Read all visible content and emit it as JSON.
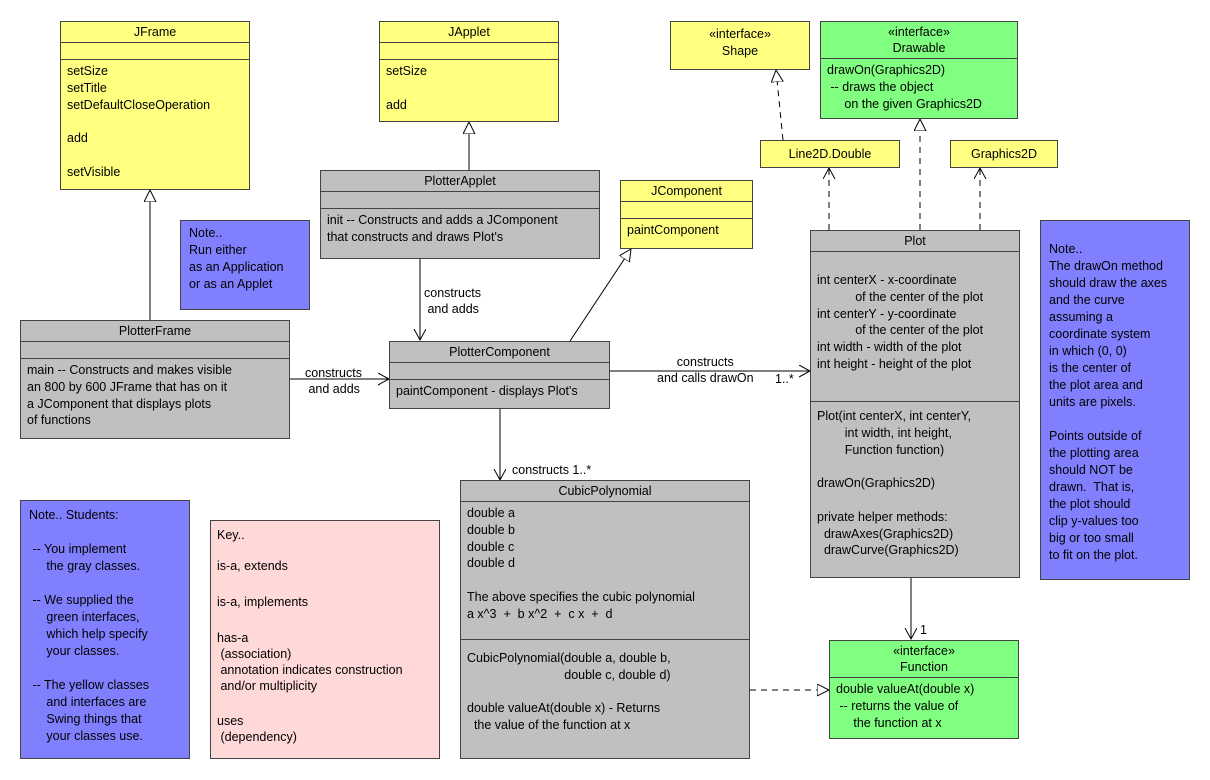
{
  "classes": {
    "jframe": {
      "name": "JFrame",
      "methods": "setSize\nsetTitle\nsetDefaultCloseOperation\n\nadd\n\nsetVisible"
    },
    "japplet": {
      "name": "JApplet",
      "methods": "setSize\n\nadd"
    },
    "shape": {
      "stereotype": "«interface»",
      "name": "Shape"
    },
    "drawable": {
      "stereotype": "«interface»",
      "name": "Drawable",
      "methods": "drawOn(Graphics2D)\n -- draws the object\n     on the given Graphics2D"
    },
    "line2d": {
      "name": "Line2D.Double"
    },
    "graphics2d": {
      "name": "Graphics2D"
    },
    "plotterapplet": {
      "name": "PlotterApplet",
      "methods": "init -- Constructs and adds a JComponent\nthat constructs and draws Plot's"
    },
    "jcomponent": {
      "name": "JComponent",
      "methods": "paintComponent"
    },
    "plot": {
      "name": "Plot",
      "fields": "int centerX - x-coordinate\n           of the center of the plot\nint centerY - y-coordinate\n           of the center of the plot\nint width - width of the plot\nint height - height of the plot",
      "methods": "Plot(int centerX, int centerY,\n        int width, int height,\n        Function function)\n\ndrawOn(Graphics2D)\n\nprivate helper methods:\n  drawAxes(Graphics2D)\n  drawCurve(Graphics2D)"
    },
    "plotterframe": {
      "name": "PlotterFrame",
      "methods": "main -- Constructs and makes visible\nan 800 by 600 JFrame that has on it\na JComponent that displays plots\nof functions"
    },
    "plottercomponent": {
      "name": "PlotterComponent",
      "methods": "paintComponent - displays Plot's"
    },
    "cubicpolynomial": {
      "name": "CubicPolynomial",
      "fields": "double a\ndouble b\ndouble c\ndouble d\n\nThe above specifies the cubic polynomial\na x^3  +  b x^2  +  c x  +  d",
      "methods": "CubicPolynomial(double a, double b,\n                            double c, double d)\n\ndouble valueAt(double x) - Returns\n  the value of the function at x"
    },
    "function": {
      "stereotype": "«interface»",
      "name": "Function",
      "methods": "double valueAt(double x)\n -- returns the value of\n     the function at x"
    }
  },
  "notes": {
    "run_either": "Note..\nRun either\nas an Application\nor as an Applet",
    "drawon": "Note..\nThe drawOn method\nshould draw the axes\nand the curve\nassuming a\ncoordinate system\nin which (0, 0)\nis the center of\nthe plot area and\nunits are pixels.\n\nPoints outside of\nthe plotting area\nshould NOT be\ndrawn.  That is,\nthe plot should\nclip y-values too\nbig or too small\nto fit on the plot.",
    "students": "Note.. Students:\n\n -- You implement\n     the gray classes.\n\n -- We supplied the\n     green interfaces,\n     which help specify\n     your classes.\n\n -- The yellow classes\n     and interfaces are\n     Swing things that\n     your classes use."
  },
  "key": {
    "title": "Key..",
    "extends": "is-a, extends",
    "implements": "is-a, implements",
    "hasa": "has-a\n (association)\n annotation indicates construction\n and/or multiplicity",
    "uses": "uses\n (dependency)"
  },
  "labels": {
    "constructs_adds_1": "constructs\n and adds",
    "constructs_adds_2": "constructs\n and adds",
    "constructs_calls": "constructs\nand calls drawOn",
    "mult_plot": "1..*",
    "constructs_cubic": "constructs 1..*",
    "mult_function": "1"
  }
}
